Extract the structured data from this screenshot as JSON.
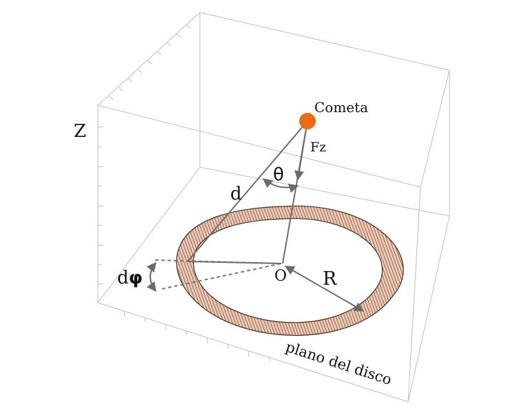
{
  "diagram": {
    "labels": {
      "z_axis": "Z",
      "comet": "Cometa",
      "force": "Fz",
      "angle": "θ",
      "distance": "d",
      "d_prefix": "d",
      "phi": "φ",
      "origin": "O",
      "radius": "R",
      "plane": "plano del disco"
    },
    "colors": {
      "comet": "#ef6a12",
      "ring_fill": "#e8b89e",
      "ring_lines": "#3a2a24",
      "vector": "#666666",
      "box": "#b8b8b8",
      "text": "#111111"
    }
  }
}
